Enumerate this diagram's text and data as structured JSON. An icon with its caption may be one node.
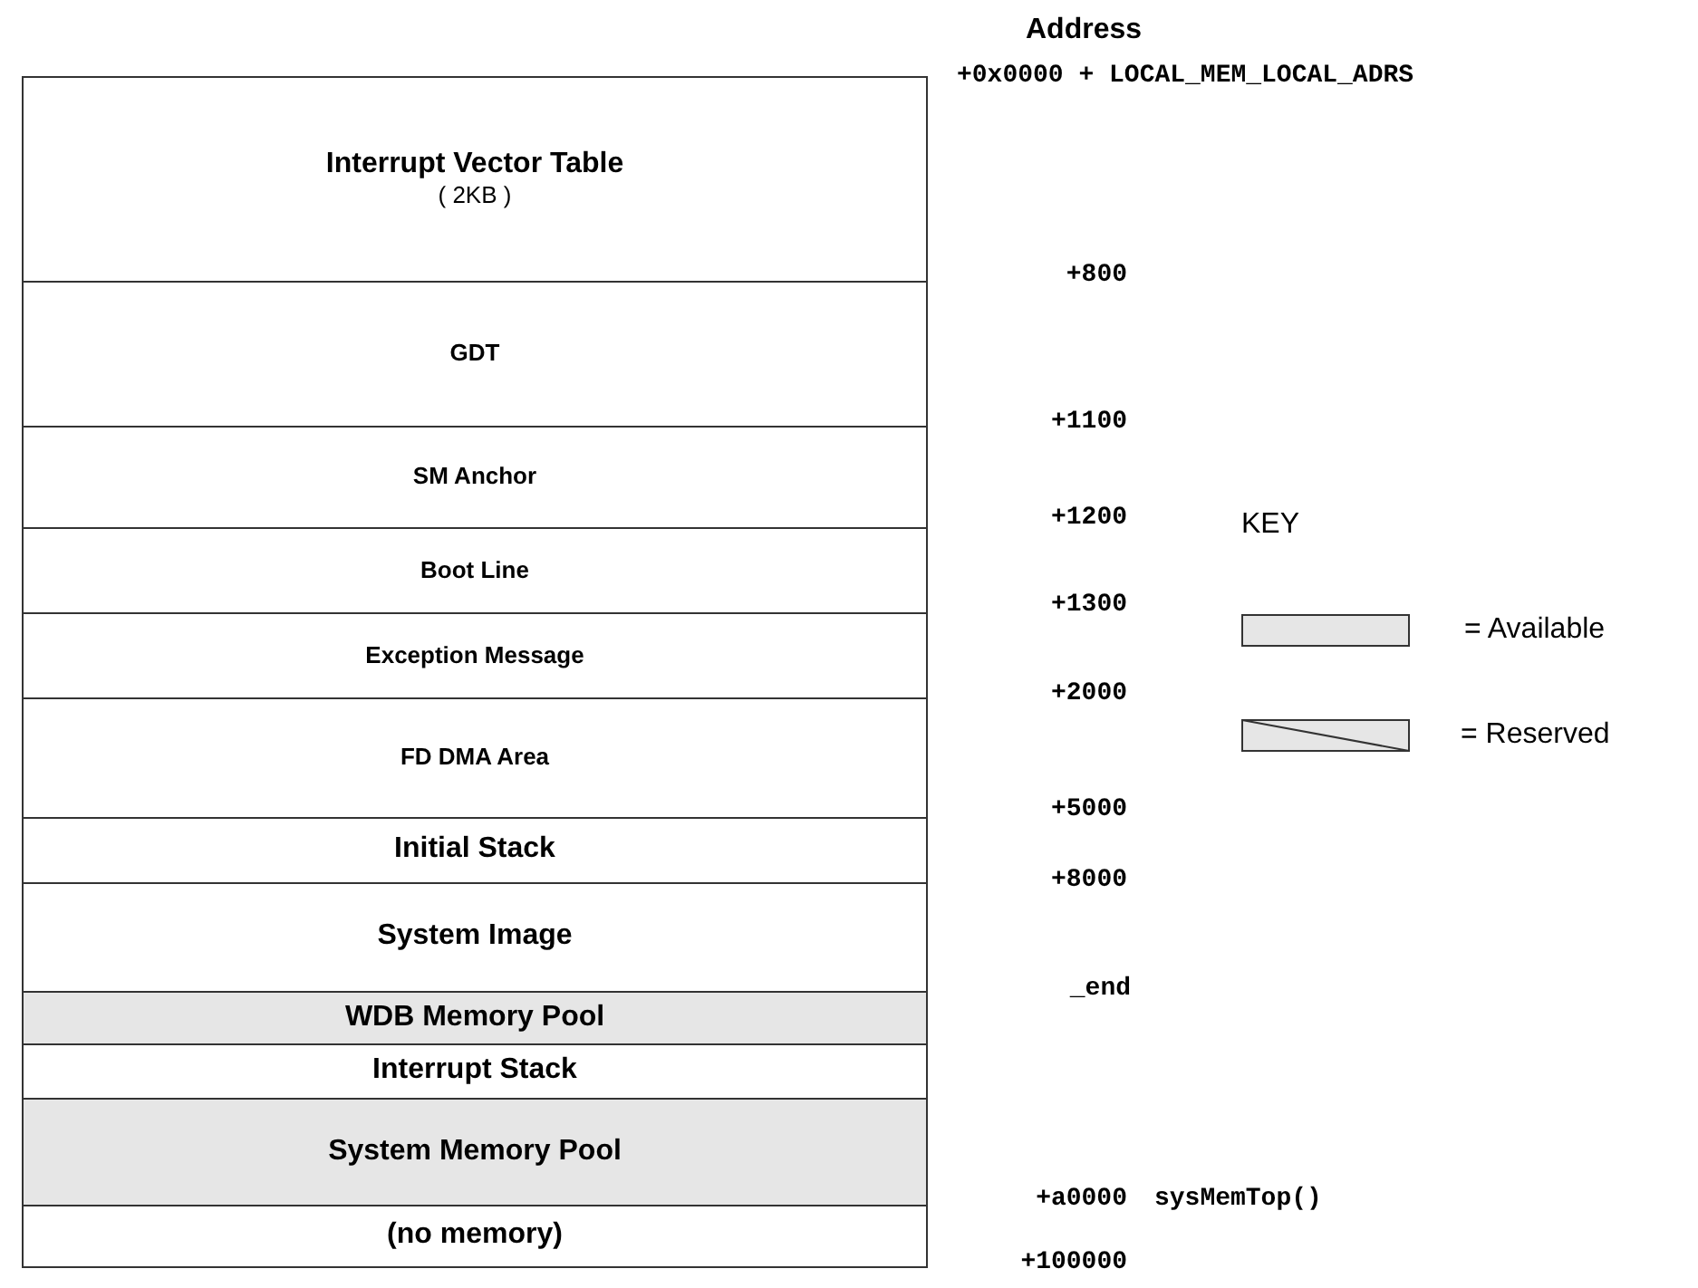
{
  "diagram": {
    "nodes": [
      {
        "text": [
          "Interrupt Vector Table",
          "( 2KB )"
        ]
      },
      {
        "text": [
          "GDT"
        ]
      },
      {
        "text": [
          "SM Anchor"
        ]
      },
      {
        "text": [
          "Boot Line"
        ]
      },
      {
        "text": [
          "Exception Message"
        ]
      },
      {
        "text": [
          "FD DMA Area"
        ]
      },
      {
        "text": [
          "Initial Stack"
        ]
      },
      {
        "text": [
          "System Image"
        ]
      },
      {
        "text": [
          "WDB Memory Pool"
        ]
      },
      {
        "text": [
          "Interrupt Stack"
        ]
      },
      {
        "text": [
          "System Memory Pool"
        ]
      },
      {
        "text": [
          "(no memory)"
        ]
      }
    ],
    "labels": [
      "Address",
      "+0x0000 + LOCAL_MEM_LOCAL_ADRS",
      "+800",
      "+1100",
      "+1200",
      "KEY",
      "+1300",
      "+2000",
      "+5000",
      "+8000",
      "_end",
      "+a0000",
      "sysMemTop()",
      "+100000"
    ],
    "legend": [
      {
        "text": "= Available",
        "color": "#e6e6e6"
      },
      {
        "text": "= Reserved"
      }
    ]
  }
}
